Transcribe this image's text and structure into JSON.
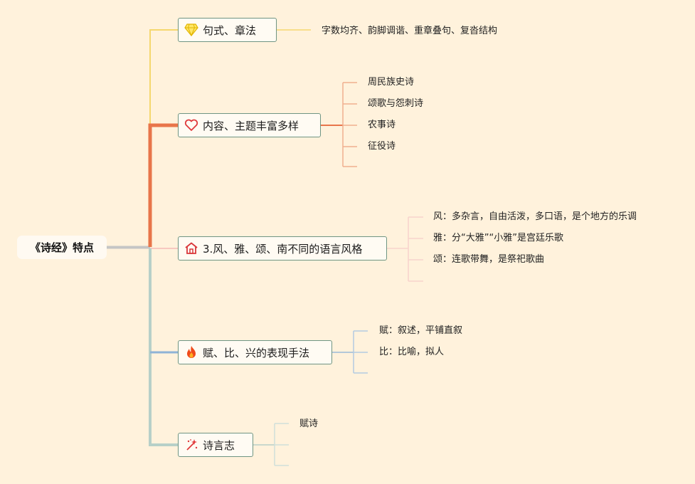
{
  "root": {
    "title": "《诗经》特点"
  },
  "branches": [
    {
      "label": "句式、章法",
      "icon": "diamond-icon",
      "color": "#f5d76e",
      "leaves": [
        "字数均齐、韵脚调谐、重章叠句、复沓结构"
      ]
    },
    {
      "label": "内容、主题丰富多样",
      "icon": "heart-icon",
      "color": "#e8754a",
      "leaves": [
        "周民族史诗",
        "颂歌与怨刺诗",
        "农事诗",
        "征役诗"
      ]
    },
    {
      "label": "3.风、雅、颂、南不同的语言风格",
      "icon": "home-icon",
      "color": "#f7c8c0",
      "leaves": [
        "风：多杂言，自由活泼，多口语，是个地方的乐调",
        "雅：分“大雅”“小雅”是宫廷乐歌",
        "颂：连歌带舞，是祭祀歌曲"
      ]
    },
    {
      "label": "赋、比、兴的表现手法",
      "icon": "fire-icon",
      "color": "#9ab9d8",
      "leaves": [
        "赋：叙述，平铺直叙",
        "比：比喻，拟人"
      ]
    },
    {
      "label": "诗言志",
      "icon": "sparkle-icon",
      "color": "#b7d0c8",
      "leaves": [
        "赋诗"
      ]
    }
  ]
}
